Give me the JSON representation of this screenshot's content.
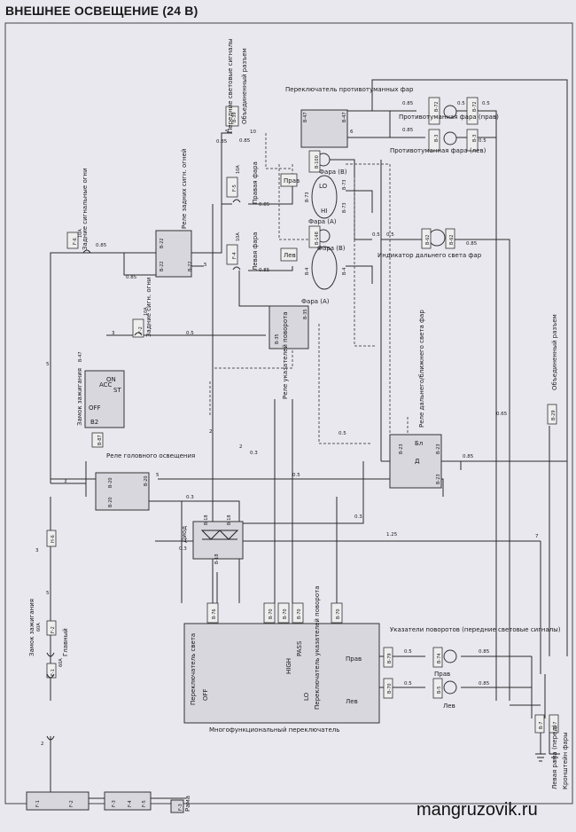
{
  "title": "ВНЕШНЕЕ ОСВЕЩЕНИЕ (24 В)",
  "watermark": "mangruzovik.ru",
  "colors": {
    "background": "#e9e8ef",
    "line": "#2a2a2a",
    "box_fill": "#d8d7de",
    "dashed": "#555555"
  },
  "labels": {
    "front_signals": "Передние световые сигналы",
    "joint_connector_top": "Объединенный разъем",
    "joint_connector_right": "Объединенный разъем",
    "fog_switch": "Переключатель противотуманных фар",
    "fog_right": "Противотуманная фара (прав)",
    "fog_left": "Противотуманная фара (лев)",
    "right_headlamp": "Правая фара",
    "left_headlamp": "Левая фара",
    "prav": "Прав",
    "lev": "Лев",
    "fara_b1": "Фара (В)",
    "fara_a1": "Фара (А)",
    "fara_b2": "Фара (В)",
    "fara_a2": "Фара (А)",
    "lo": "LO",
    "hi": "HI",
    "high_beam_ind": "Индикатор дальнего света фар",
    "rear_lamp_relay": "Реле задних сигн. огней",
    "rear_signal_lights": "Задние сигнальные огни",
    "rear_sig_lights2": "Задние сигн. огни",
    "turn_relay": "Реле указателей поворота",
    "ignition_switch": "Замок зажигания",
    "ign_off": "OFF",
    "ign_acc": "ACC",
    "ign_on": "ON",
    "ign_st": "ST",
    "ign_b2": "B2",
    "headlamp_relay": "Реле головного освещения",
    "beam_relay": "Реле дальнего/ближнего света фар",
    "beam_bl": "Бл",
    "beam_d": "Д",
    "diode": "Диод",
    "ignition_lock2": "Замок зажигания",
    "main": "Главный",
    "light_switch": "Переключатель света",
    "turn_switch": "Переключатель указателей поворота",
    "multi_switch": "Многофункциональный переключатель",
    "turn_signals": "Указатели поворотов (передние световые сигналы)",
    "turn_prav": "Прав",
    "turn_lev": "Лев",
    "ms_prav": "Прав",
    "ms_lev": "Лев",
    "ms_off": "OFF",
    "ms_lo": "LO",
    "ms_high": "HIGH",
    "ms_pass": "PASS",
    "frame": "Рама",
    "left_frame": "Левая рама (перед)",
    "bracket": "Кронштейн фары"
  },
  "connectors": {
    "b39": "B-39",
    "b47a": "B-47",
    "b47b": "B-47",
    "b72a": "B-72",
    "b72b": "B-72",
    "b3a": "B-3",
    "b3b": "B-3",
    "b100": "B-100",
    "b73a": "B-73",
    "b73b": "B-73",
    "b73c": "B-73",
    "b148": "B-148",
    "b4a": "B-4",
    "b4b": "B-4",
    "b62a": "B-62",
    "b62b": "B-62",
    "b22a": "B-22",
    "b22b": "B-22",
    "b22c": "B-22",
    "b35a": "B-35",
    "b35b": "B-35",
    "b47ign": "B-47",
    "b87": "B-87",
    "b20a": "B-20",
    "b20b": "B-20",
    "b20c": "B-20",
    "b23a": "B-23",
    "b23b": "B-23",
    "b23c": "B-23",
    "b18a": "B-18",
    "b18b": "B-18",
    "b18c": "B-18",
    "b76": "B-76",
    "b70a": "B-70",
    "b70b": "B-70",
    "b70c": "B-70",
    "b70d": "B-70",
    "b29": "B-29",
    "b79": "B-79",
    "b74": "B-74",
    "b5": "B-5",
    "b7a": "B-7",
    "b7b": "B-7",
    "h6": "H-6",
    "f6": "F-6",
    "f5": "F-5",
    "f4": "F-4",
    "f2fuse": "F-2",
    "f2": "F-2",
    "f1": "F-1",
    "f3": "F-3",
    "f1b": "F-1",
    "f2b": "F-2",
    "f3b": "F-3",
    "f4b": "F-4",
    "f5b": "F-5"
  },
  "fuses": {
    "r10a_1": "10A",
    "r10a_2": "10A",
    "r10a_3": "10A",
    "r10a_4": "10A",
    "r60a": "60A",
    "r60a2": "60A"
  },
  "wires": {
    "w085a": "0.85",
    "w5a": "5",
    "w10": "10",
    "w085b": "0.85",
    "w6": "6",
    "w05a": "0.5",
    "w05b": "0.5",
    "w05c": "0.5",
    "w085c": "0.85",
    "w085d": "0.85",
    "w05d": "0.5",
    "w05e": "0.5",
    "w085e": "0.85",
    "w05f": "0.5",
    "w085f": "0.85",
    "w085g": "0.85",
    "w085h": "0.85",
    "w3": "3",
    "w05g": "0.5",
    "w5b": "5",
    "w5c": "5",
    "w2a": "2",
    "w5d": "5",
    "w085i": "0.85",
    "w03a": "0.3",
    "w05h": "0.5",
    "w2b": "2",
    "w03b": "0.3",
    "w3b": "3",
    "w03c": "0.3",
    "w03d": "0.3",
    "w125": "1.25",
    "w05i": "0.5",
    "w065": "0.65",
    "w7": "7",
    "w05j": "0.5",
    "w085j": "0.85",
    "w05k": "0.5",
    "w085k": "0.85",
    "w2c": "2",
    "w3c": "3",
    "w5e": "5"
  }
}
